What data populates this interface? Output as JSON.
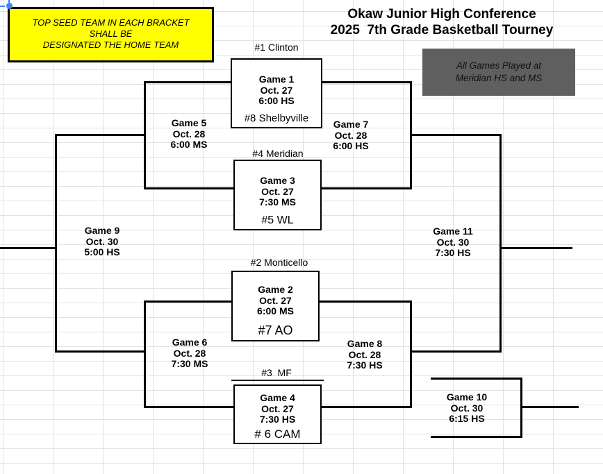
{
  "header": {
    "title_line1": "Okaw Junior High Conference",
    "title_line2": "2025  7th Grade Basketball Tourney"
  },
  "notes": {
    "home_team": [
      "TOP SEED TEAM IN EACH BRACKET",
      "SHALL BE",
      "DESIGNATED THE HOME TEAM"
    ],
    "location": [
      "All Games Played at",
      "Meridian HS and MS"
    ]
  },
  "games": {
    "g1": {
      "name": "Game 1",
      "date": "Oct. 27",
      "time": "6:00 HS",
      "top_seed": "#1 Clinton",
      "bottom_seed": "#8 Shelbyville"
    },
    "g2": {
      "name": "Game 2",
      "date": "Oct. 27",
      "time": "6:00 MS",
      "top_seed": "#2 Monticello",
      "bottom_seed": "#7 AO"
    },
    "g3": {
      "name": "Game 3",
      "date": "Oct. 27",
      "time": "7:30 MS",
      "top_seed": "#4 Meridian",
      "bottom_seed": "#5 WL"
    },
    "g4": {
      "name": "Game 4",
      "date": "Oct. 27",
      "time": "7:30 HS",
      "top_seed": "#3  MF",
      "bottom_seed": "# 6 CAM"
    },
    "g5": {
      "name": "Game 5",
      "date": "Oct. 28",
      "time": "6:00 MS"
    },
    "g6": {
      "name": "Game 6",
      "date": "Oct. 28",
      "time": "7:30 MS"
    },
    "g7": {
      "name": "Game 7",
      "date": "Oct. 28",
      "time": "6:00 HS"
    },
    "g8": {
      "name": "Game 8",
      "date": "Oct. 28",
      "time": "7:30 HS"
    },
    "g9": {
      "name": "Game 9",
      "date": "Oct. 30",
      "time": "5:00 HS"
    },
    "g10": {
      "name": "Game 10",
      "date": "Oct. 30",
      "time": "6:15 HS"
    },
    "g11": {
      "name": "Game 11",
      "date": "Oct. 30",
      "time": "7:30 HS"
    }
  },
  "colors": {
    "note_yellow": "#ffff00",
    "note_gray": "#5f5f5f",
    "line_black": "#000000",
    "selection_blue": "#4285f4",
    "gridline": "#e2e2e2"
  }
}
